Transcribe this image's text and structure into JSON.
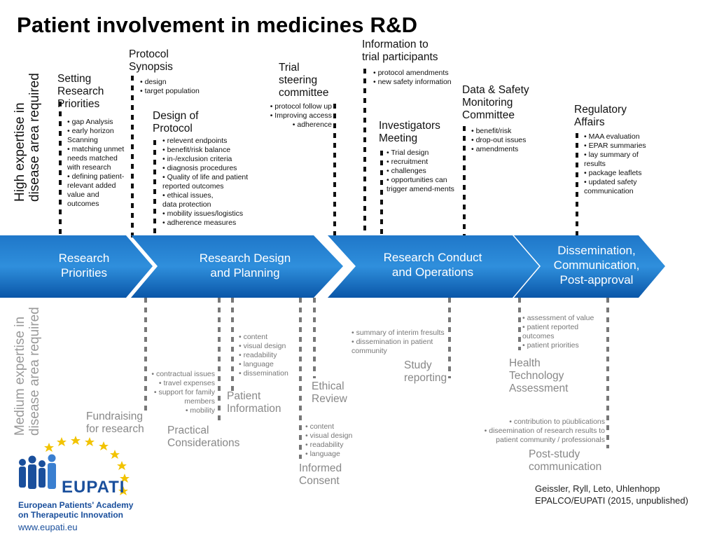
{
  "title": "Patient involvement in medicines R&D",
  "axis": {
    "high": [
      "High expertise in",
      "disease area required"
    ],
    "medium": [
      "Medium expertise in",
      "disease area required"
    ]
  },
  "phases": [
    [
      "Research",
      "Priorities"
    ],
    [
      "Research Design",
      "and Planning"
    ],
    [
      "Research Conduct",
      "and Operations"
    ],
    [
      "Dissemination,",
      "Communication,",
      "Post-approval"
    ]
  ],
  "top": {
    "setting": {
      "head": "Setting\nResearch\nPriorities",
      "items": [
        "• gap Analysis",
        "• early horizon Scanning",
        "• matching unmet needs matched with research",
        "• defining patient-relevant added value and outcomes"
      ]
    },
    "synopsis": {
      "head": "Protocol\nSynopsis",
      "items": [
        "• design",
        "• target population"
      ]
    },
    "design": {
      "head": "Design of\nProtocol",
      "items": [
        "• relevent endpoints",
        "• benefit/risk balance",
        "• in-/exclusion criteria",
        "• diagnosis procedures",
        "• Quality of life and patient reported outcomes",
        "• ethical issues,",
        "data protection",
        "• mobility issues/logistics",
        "• adherence measures"
      ]
    },
    "steering": {
      "head": "Trial\nsteering\ncommittee",
      "items": [
        "• protocol follow up",
        "• Improving access",
        "• adherence"
      ]
    },
    "info": {
      "head": "Information to\ntrial participants",
      "items": [
        "• protocol amendments",
        "• new safety information"
      ]
    },
    "investigators": {
      "head": "Investigators\nMeeting",
      "items": [
        "• Trial design",
        "• recruitment",
        "• challenges",
        "• opportunities can trigger amend-ments"
      ]
    },
    "dsmc": {
      "head": "Data & Safety\nMonitoring\nCommittee",
      "items": [
        "• benefit/risk",
        "• drop-out issues",
        "• amendments"
      ]
    },
    "regulatory": {
      "head": "Regulatory\nAffairs",
      "items": [
        "• MAA evaluation",
        "• EPAR summaries",
        "• lay summary of results",
        "• package leaflets",
        "• updated safety communication"
      ]
    }
  },
  "bottom": {
    "fundraising": {
      "head": "Fundraising\nfor research"
    },
    "practical": {
      "head": "Practical\nConsiderations",
      "items": [
        "• contractual issues",
        "• travel expenses",
        "• support for family members",
        "• mobility"
      ]
    },
    "patientinfo": {
      "head": "Patient\nInformation",
      "items": [
        "• content",
        "• visual design",
        "• readability",
        "• language",
        "• dissemination"
      ]
    },
    "ethical": {
      "head": "Ethical\nReview"
    },
    "consent": {
      "head": "Informed\nConsent",
      "items": [
        "• content",
        "• visual design",
        "• readability",
        "• language"
      ]
    },
    "study": {
      "head": "Study\nreporting",
      "items": [
        "• summary of interim fresults",
        "• dissemination in patient community"
      ]
    },
    "hta": {
      "head": "Health\nTechnology\nAssessment",
      "items": [
        "• assessment of value",
        "• patient reported outcomes",
        "• patient priorities"
      ]
    },
    "poststudy": {
      "head": "Post-study\ncommunication",
      "items": [
        "• contribution to püublications",
        "• diseemination of research results to patient community / professionals"
      ]
    }
  },
  "citation": [
    "Geissler, Ryll,  Leto, Uhlenhopp",
    "EPALCO/EUPATI (2015, unpublished)"
  ],
  "logo": {
    "name": "EUPATI",
    "sub": [
      "European Patients' Academy",
      "on Therapeutic Innovation"
    ],
    "url": "www.eupati.eu"
  },
  "colors": {
    "band_dark": "#0a56a8",
    "band_light": "#2f8fdc",
    "text_gray": "#888888",
    "logo_blue": "#1a4f9c",
    "star": "#f2c300"
  }
}
